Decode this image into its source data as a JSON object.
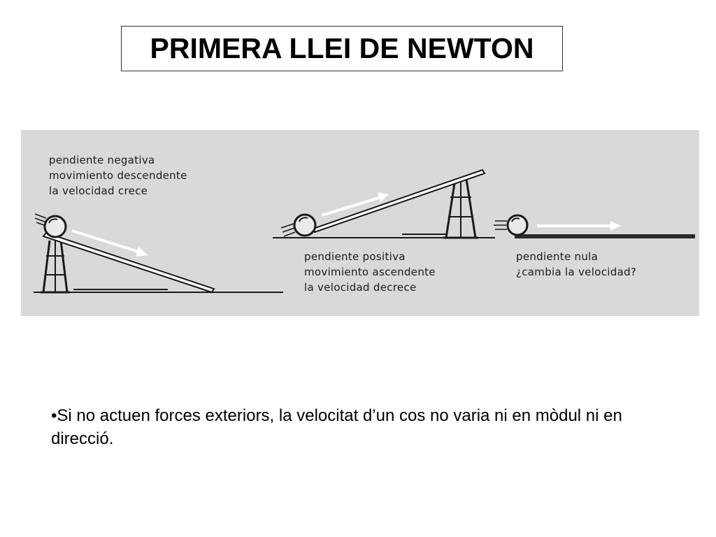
{
  "slide": {
    "title": "PRIMERA LLEI DE NEWTON",
    "bullet_marker": "•",
    "bullet_text": "Si no actuen forces exteriors, la velocitat d’un cos no varia ni en mòdul ni en direcció."
  },
  "figure": {
    "panels": [
      {
        "line1": "pendiente negativa",
        "line2": "movimiento descendente",
        "line3": "la velocidad crece"
      },
      {
        "line1": "pendiente positiva",
        "line2": "movimiento ascendente",
        "line3": "la velocidad decrece"
      },
      {
        "line1": "pendiente nula",
        "line2": "¿cambia la velocidad?"
      }
    ]
  },
  "colors": {
    "figure_background": "#d9d9d9",
    "ink": "#1a1a1a",
    "arrow_fill": "#ffffff"
  }
}
